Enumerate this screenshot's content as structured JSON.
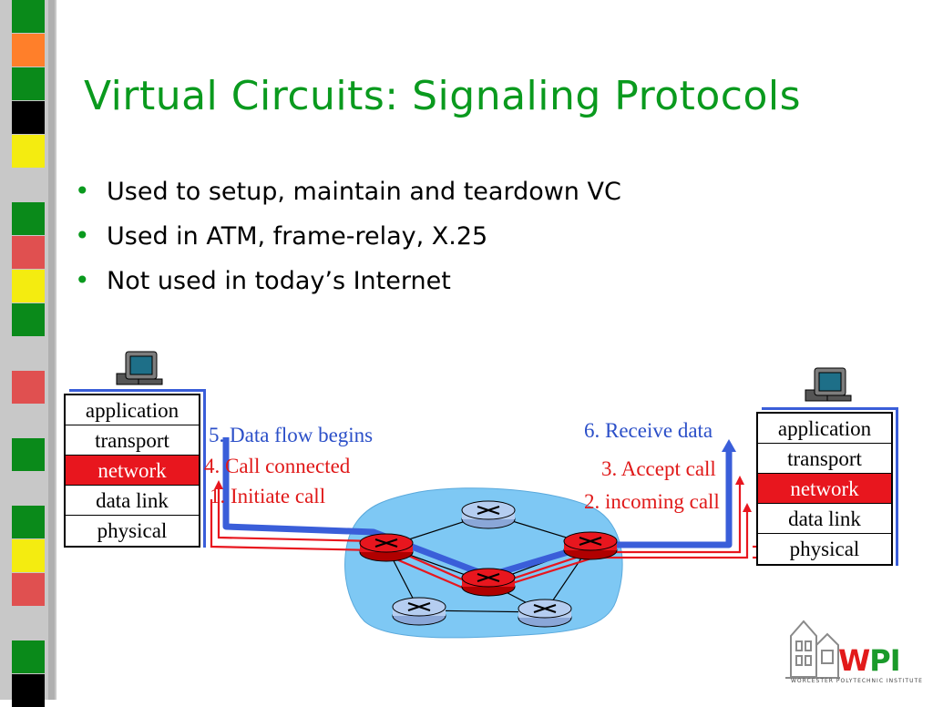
{
  "title": "Virtual Circuits: Signaling Protocols",
  "bullets": [
    "Used to setup, maintain  and teardown VC",
    "Used in ATM, frame-relay, X.25",
    "Not used in today’s Internet"
  ],
  "left_stack": [
    "application",
    "transport",
    "network",
    "data link",
    "physical"
  ],
  "right_stack": [
    "application",
    "transport",
    "network",
    "data link",
    "physical"
  ],
  "steps": {
    "s5": "5. Data flow begins",
    "s4": "4. Call connected",
    "s1": "1. Initiate call",
    "s6": "6. Receive data",
    "s3": "3. Accept call",
    "s2": "2. incoming call"
  },
  "colors": {
    "title": "#0a9a1e",
    "data_flow": "#3a5ed9",
    "signaling": "#e8161e",
    "network_cloud": "#7ec8f4"
  },
  "logo": {
    "text": "WPI",
    "subtitle": "WORCESTER POLYTECHNIC INSTITUTE"
  }
}
